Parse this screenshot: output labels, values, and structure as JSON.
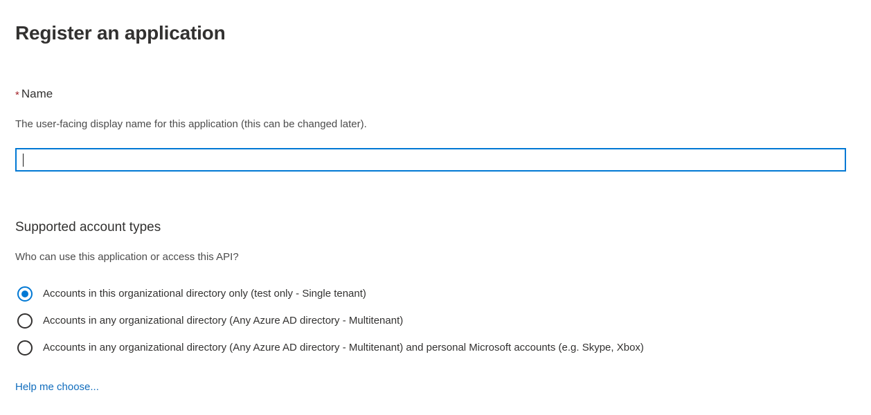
{
  "page": {
    "title": "Register an application"
  },
  "name_field": {
    "required_marker": "*",
    "label": "Name",
    "description": "The user-facing display name for this application (this can be changed later).",
    "value": "",
    "placeholder": "",
    "focused": true
  },
  "supported_account_types": {
    "title": "Supported account types",
    "description": "Who can use this application or access this API?",
    "options": [
      {
        "label": "Accounts in this organizational directory only (test only - Single tenant)",
        "selected": true
      },
      {
        "label": "Accounts in any organizational directory (Any Azure AD directory - Multitenant)",
        "selected": false
      },
      {
        "label": "Accounts in any organizational directory (Any Azure AD directory - Multitenant) and personal Microsoft accounts (e.g. Skype, Xbox)",
        "selected": false
      }
    ]
  },
  "help_link": {
    "label": "Help me choose..."
  },
  "colors": {
    "accent": "#0078d4",
    "link": "#0f6cbd",
    "required": "#a4262c",
    "text": "#323130",
    "secondary_text": "#4b4b4b",
    "background": "#ffffff",
    "radio_border": "#32302f"
  }
}
